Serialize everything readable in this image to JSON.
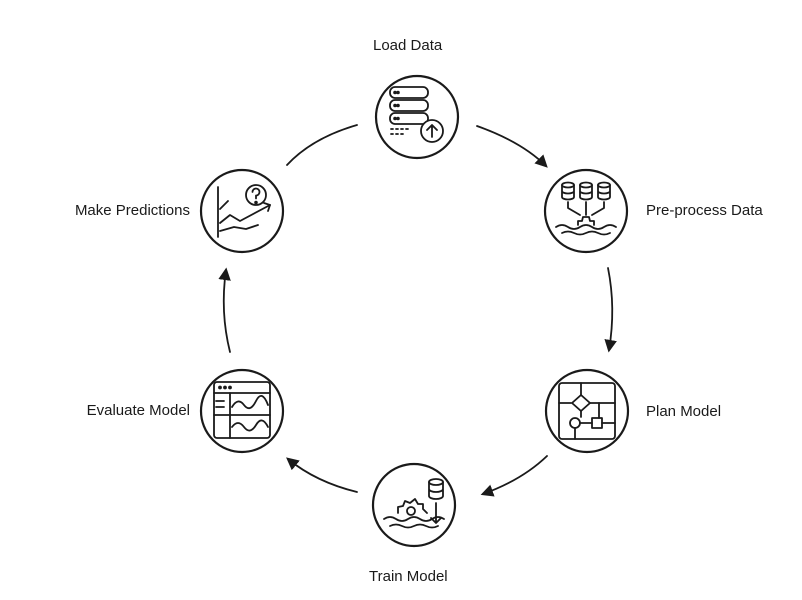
{
  "stages": {
    "load_data": "Load Data",
    "preprocess_data": "Pre-process Data",
    "plan_model": "Plan Model",
    "train_model": "Train Model",
    "evaluate_model": "Evaluate Model",
    "make_predictions": "Make Predictions"
  },
  "flow_order": [
    "Load Data",
    "Pre-process Data",
    "Plan Model",
    "Train Model",
    "Evaluate Model",
    "Make Predictions"
  ],
  "colors": {
    "stroke": "#1a1a1a",
    "background": "#ffffff"
  },
  "icons": {
    "load_data": "server-upload-icon",
    "preprocess_data": "databases-gear-icon",
    "plan_model": "flowchart-icon",
    "train_model": "gear-database-icon",
    "evaluate_model": "chart-window-icon",
    "make_predictions": "trend-question-icon"
  }
}
